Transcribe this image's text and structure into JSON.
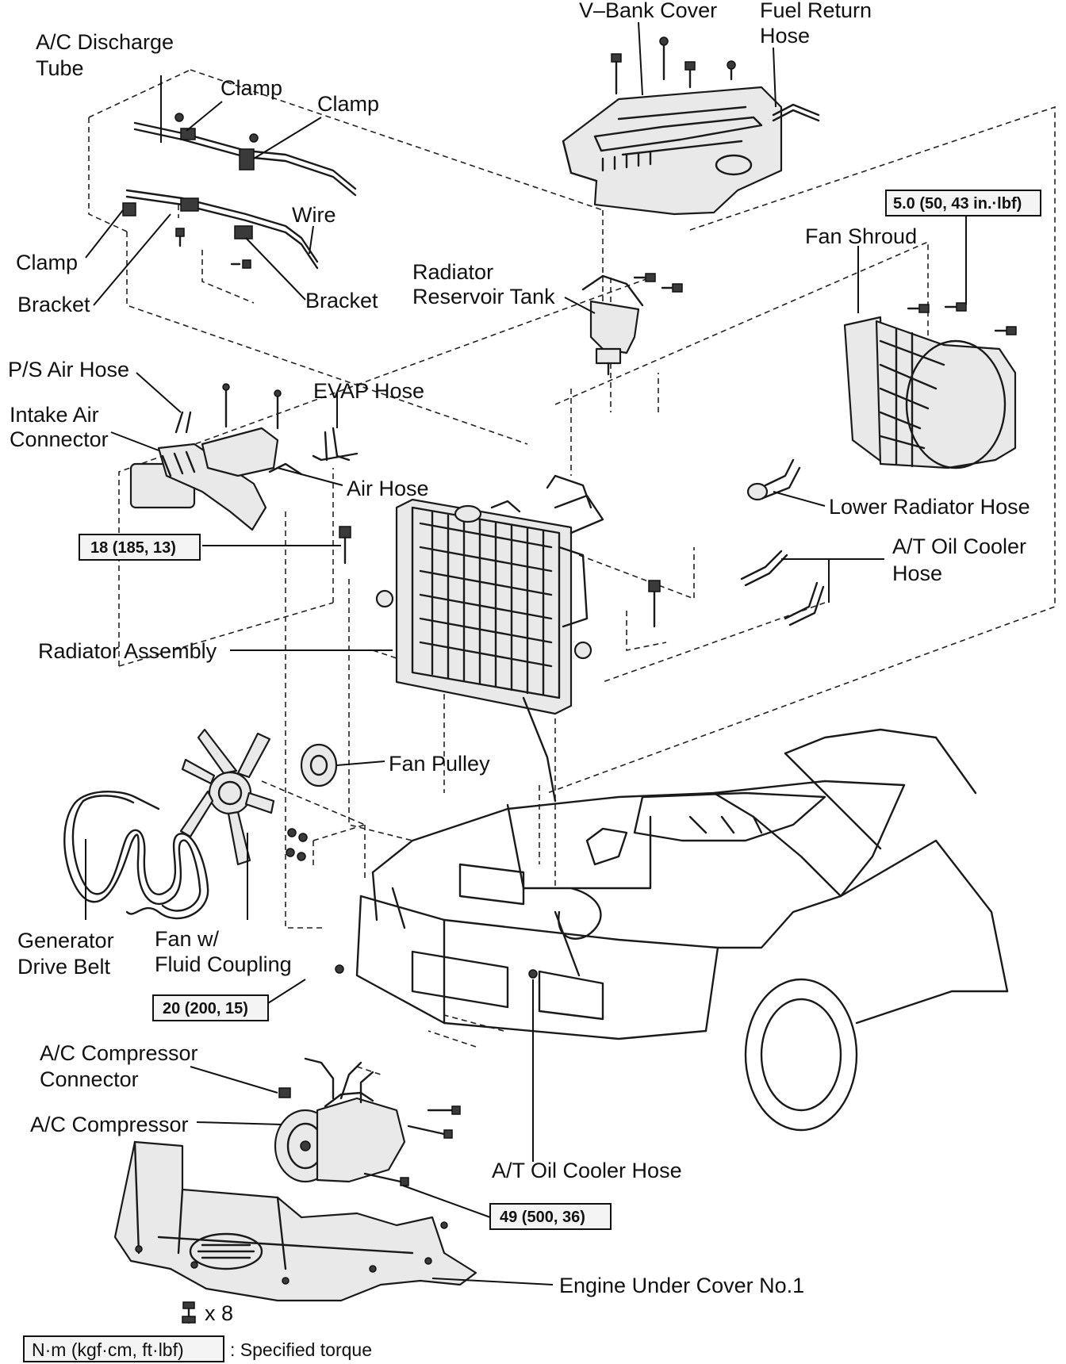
{
  "labels": {
    "vbank_cover": "V–Bank Cover",
    "fuel_return_hose_1": "Fuel Return",
    "fuel_return_hose_2": "Hose",
    "ac_discharge_tube_1": "A/C Discharge",
    "ac_discharge_tube_2": "Tube",
    "clamp_a": "Clamp",
    "clamp_b": "Clamp",
    "wire": "Wire",
    "clamp_c": "Clamp",
    "bracket_a": "Bracket",
    "bracket_b": "Bracket",
    "radiator_reservoir_tank_1": "Radiator",
    "radiator_reservoir_tank_2": "Reservoir Tank",
    "fan_shroud": "Fan Shroud",
    "ps_air_hose": "P/S Air Hose",
    "evap_hose": "EVAP Hose",
    "intake_air_connector_1": "Intake Air",
    "intake_air_connector_2": "Connector",
    "air_hose": "Air Hose",
    "lower_radiator_hose": "Lower Radiator Hose",
    "at_oil_cooler_hose_top_1": "A/T Oil Cooler",
    "at_oil_cooler_hose_top_2": "Hose",
    "radiator_assembly": "Radiator Assembly",
    "fan_pulley": "Fan Pulley",
    "generator_drive_belt_1": "Generator",
    "generator_drive_belt_2": "Drive Belt",
    "fan_fluid_coupling_1": "Fan w/",
    "fan_fluid_coupling_2": "Fluid Coupling",
    "ac_compressor_connector_1": "A/C Compressor",
    "ac_compressor_connector_2": "Connector",
    "ac_compressor": "A/C Compressor",
    "at_oil_cooler_hose_bottom": "A/T Oil Cooler Hose",
    "engine_under_cover": "Engine Under Cover No.1",
    "bolt_count": "x 8"
  },
  "torques": {
    "fan_shroud": "5.0 (50, 43 in.·lbf)",
    "radiator": "18 (185, 13)",
    "fan_nut": "20 (200, 15)",
    "compressor": "49 (500, 36)"
  },
  "legend": {
    "unit_box": "N·m (kgf·cm, ft·lbf)",
    "description": ": Specified torque"
  }
}
